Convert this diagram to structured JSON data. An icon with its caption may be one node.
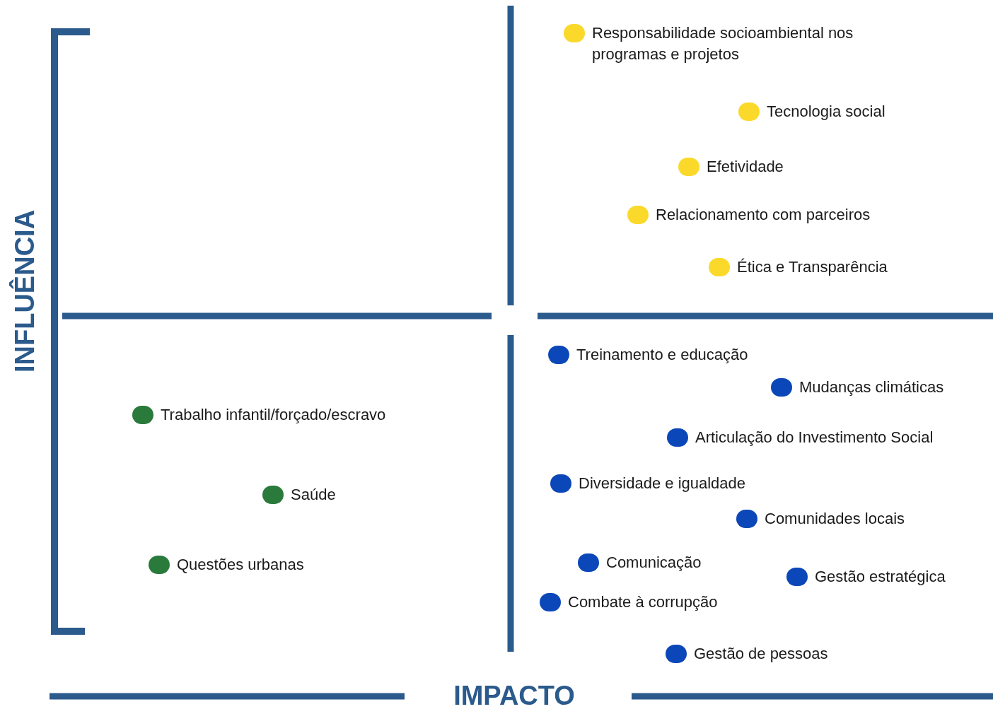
{
  "diagram": {
    "nodes": [
      {
        "text": [],
        "shape": "circle",
        "beside": [
          "Responsabilidade socioambiental nos programas e projetos"
        ]
      },
      {
        "text": [],
        "shape": "circle",
        "beside": [
          "Tecnologia social"
        ]
      },
      {
        "text": [],
        "shape": "circle",
        "beside": [
          "Efetividade"
        ]
      },
      {
        "text": [],
        "shape": "circle",
        "beside": [
          "Relacionamento com parceiros"
        ]
      },
      {
        "text": [],
        "shape": "circle",
        "beside": [
          "Ética e Transparência"
        ]
      },
      {
        "text": [],
        "shape": "circle",
        "beside": [
          "Trabalho infantil/forçado/escravo"
        ]
      },
      {
        "text": [],
        "shape": "circle",
        "beside": [
          "Saúde"
        ]
      },
      {
        "text": [],
        "shape": "circle",
        "beside": [
          "Questões urbanas"
        ]
      },
      {
        "text": [],
        "shape": "circle",
        "beside": [
          "Treinamento e educação"
        ]
      },
      {
        "text": [],
        "shape": "circle",
        "beside": [
          "Mudanças climáticas"
        ]
      },
      {
        "text": [],
        "shape": "circle",
        "beside": [
          "Articulação do Investimento Social"
        ]
      },
      {
        "text": [],
        "shape": "circle",
        "beside": [
          "Diversidade e igualdade"
        ]
      },
      {
        "text": [],
        "shape": "circle",
        "beside": [
          "Comunidades locais"
        ]
      },
      {
        "text": [],
        "shape": "circle",
        "beside": [
          "Comunicação"
        ]
      },
      {
        "text": [],
        "shape": "circle",
        "beside": [
          "Gestão estratégica"
        ]
      },
      {
        "text": [],
        "shape": "circle",
        "beside": [
          "Combate à corrupção"
        ]
      },
      {
        "text": [],
        "shape": "circle",
        "beside": [
          "Gestão de pessoas"
        ]
      }
    ],
    "labels": [
      "INFLUÊNCIA",
      "IMPACTO"
    ]
  }
}
